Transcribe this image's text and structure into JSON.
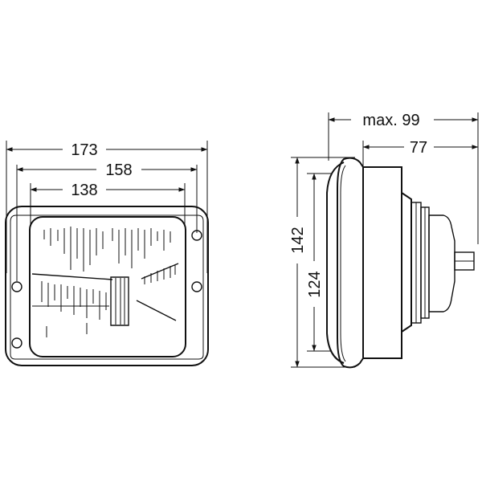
{
  "dimensions": {
    "front": {
      "overall_width": "173",
      "mount_hole_spacing": "158",
      "lens_width": "138"
    },
    "side": {
      "max_depth": "max. 99",
      "body_depth": "77",
      "overall_height": "142",
      "lens_height": "124"
    }
  },
  "colors": {
    "line": "#111111",
    "background": "#ffffff"
  }
}
